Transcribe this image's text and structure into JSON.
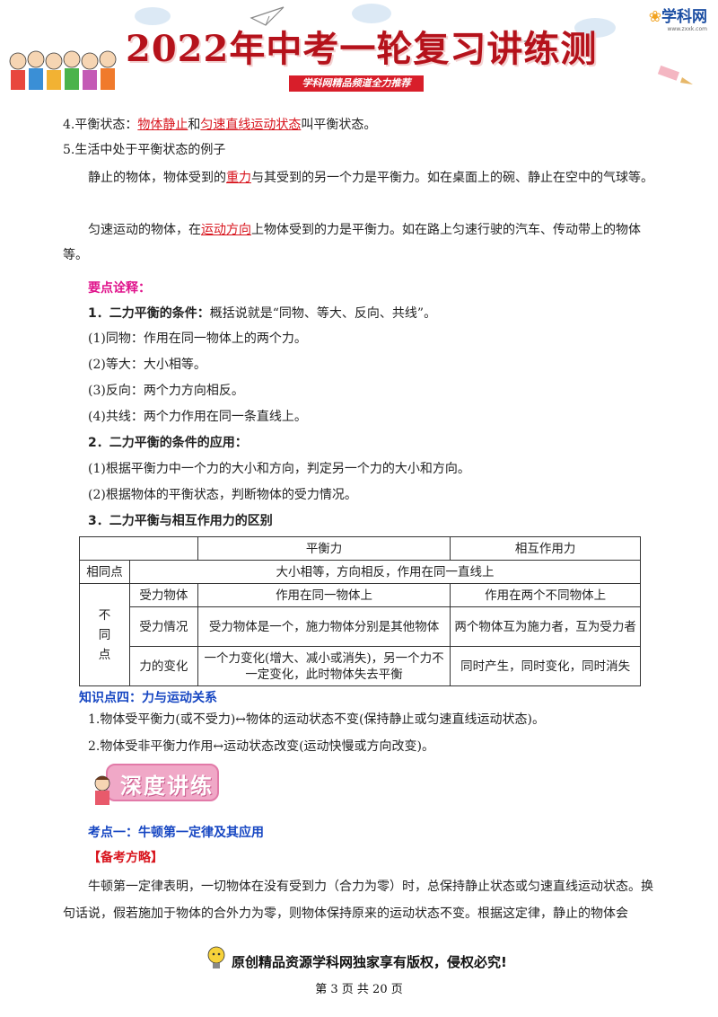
{
  "header": {
    "title": "2022年中考一轮复习讲练测",
    "subtitle": "学科网精品频道全力推荐",
    "logo_text": "学科网",
    "logo_url": "www.zxxk.com"
  },
  "lines": {
    "l1_pre": "4.平衡状态：",
    "l1_u1": "物体静止",
    "l1_mid": "和",
    "l1_u2": "匀速直线运动状态",
    "l1_post": "叫平衡状态。",
    "l2": "5.生活中处于平衡状态的例子",
    "l3_pre": "静止的物体，物体受到的",
    "l3_u": "重力",
    "l3_post": "与其受到的另一个力是平衡力。如在桌面上的碗、静止在空中的气球等。",
    "l4_pre": "匀速运动的物体，在",
    "l4_u": "运动方向",
    "l4_post": "上物体受到的力是平衡力。如在路上匀速行驶的汽车、传动带上的物体等。",
    "key_points": "要点诠释：",
    "h1_b": "1．二力平衡的条件：",
    "h1_rest": "概括说就是“同物、等大、反向、共线”。",
    "c1": "(1)同物：作用在同一物体上的两个力。",
    "c2": "(2)等大：大小相等。",
    "c3": "(3)反向：两个力方向相反。",
    "c4": "(4)共线：两个力作用在同一条直线上。",
    "h2": "2．二力平衡的条件的应用：",
    "a1": "(1)根据平衡力中一个力的大小和方向，判定另一个力的大小和方向。",
    "a2": "(2)根据物体的平衡状态，判断物体的受力情况。",
    "h3": "3．二力平衡与相互作用力的区别",
    "k4": "知识点四：力与运动关系",
    "m1_pre": "1.物体受平衡力(或不受力)",
    "m1_post": "物体的运动状态不变(保持静止或匀速直线运动状态)。",
    "m2_pre": "2.物体受非平衡力作用",
    "m2_post": "运动状态改变(运动快慢或方向改变)。",
    "arrow": "↔",
    "depth_badge": "深度讲练",
    "exam1": "考点一：牛顿第一定律及其应用",
    "prep": "【备考方略】",
    "newton": "牛顿第一定律表明，一切物体在没有受到力（合力为零）时，总保持静止状态或匀速直线运动状态。换句话说，假若施加于物体的合外力为零，则物体保持原来的运动状态不变。根据这定律，静止的物体会"
  },
  "table": {
    "col_balance": "平衡力",
    "col_interaction": "相互作用力",
    "row_same": "相同点",
    "same_value": "大小相等，方向相反，作用在同一直线上",
    "row_diff_1": "不",
    "row_diff_2": "同",
    "row_diff_3": "点",
    "r1_label": "受力物体",
    "r1_balance": "作用在同一物体上",
    "r1_inter": "作用在两个不同物体上",
    "r2_label": "受力情况",
    "r2_balance": "受力物体是一个，施力物体分别是其他物体",
    "r2_inter": "两个物体互为施力者，互为受力者",
    "r3_label": "力的变化",
    "r3_balance": "一个力变化(增大、减小或消失)，另一个力不一定变化，此时物体失去平衡",
    "r3_inter": "同时产生，同时变化，同时消失"
  },
  "footer": {
    "copyright": "原创精品资源学科网独家享有版权，侵权必究!",
    "page": "第 3 页 共 20 页"
  }
}
